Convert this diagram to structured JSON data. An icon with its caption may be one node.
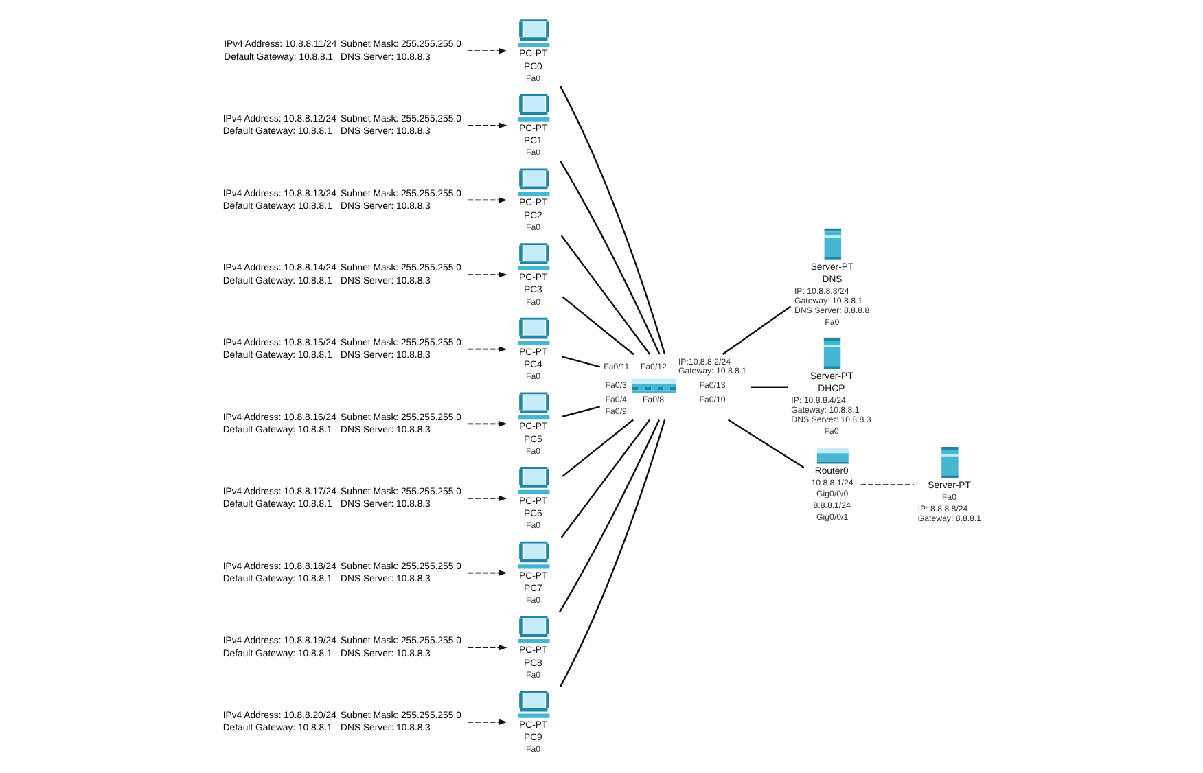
{
  "diagram": {
    "nodes": [
      {
        "text": [
          "IPv4 Address: 10.8.8.11/24",
          "Subnet Mask: 255.255.255.0",
          "Default Gateway: 10.8.8.1",
          "DNS Server: 10.8.8.3"
        ]
      },
      {
        "text": [
          "PC-PT",
          "PC0"
        ],
        "beside": [
          "Fa0"
        ]
      },
      {
        "text": [
          "IPv4 Address: 10.8.8.12/24",
          "Subnet Mask: 255.255.255.0",
          "Default Gateway: 10.8.8.1",
          "DNS Server: 10.8.8.3"
        ]
      },
      {
        "text": [
          "PC-PT",
          "PC1"
        ],
        "beside": [
          "Fa0"
        ]
      },
      {
        "text": [
          "IPv4 Address: 10.8.8.13/24",
          "Subnet Mask: 255.255.255.0",
          "Default Gateway: 10.8.8.1",
          "DNS Server: 10.8.8.3"
        ]
      },
      {
        "text": [
          "PC-PT",
          "PC2"
        ],
        "beside": [
          "Fa0"
        ]
      },
      {
        "text": [
          "IPv4 Address: 10.8.8.14/24",
          "Subnet Mask: 255.255.255.0",
          "Default Gateway: 10.8.8.1",
          "DNS Server: 10.8.8.3"
        ]
      },
      {
        "text": [
          "PC-PT",
          "PC3"
        ],
        "beside": [
          "Fa0"
        ]
      },
      {
        "text": [
          "IPv4 Address: 10.8.8.15/24",
          "Subnet Mask: 255.255.255.0",
          "Default Gateway: 10.8.8.1",
          "DNS Server: 10.8.8.3"
        ]
      },
      {
        "text": [
          "PC-PT",
          "PC4"
        ],
        "beside": [
          "Fa0"
        ]
      },
      {
        "text": [
          "IPv4 Address: 10.8.8.16/24",
          "Subnet Mask: 255.255.255.0",
          "Default Gateway: 10.8.8.1",
          "DNS Server: 10.8.8.3"
        ]
      },
      {
        "text": [
          "PC-PT",
          "PC5"
        ],
        "beside": [
          "Fa0"
        ]
      },
      {
        "text": [
          "IPv4 Address: 10.8.8.17/24",
          "Subnet Mask: 255.255.255.0",
          "Default Gateway: 10.8.8.1",
          "DNS Server: 10.8.8.3"
        ]
      },
      {
        "text": [
          "PC-PT",
          "PC6"
        ],
        "beside": [
          "Fa0"
        ]
      },
      {
        "text": [
          "IPv4 Address: 10.8.8.18/24",
          "Subnet Mask: 255.255.255.0",
          "Default Gateway: 10.8.8.1",
          "DNS Server: 10.8.8.3"
        ]
      },
      {
        "text": [
          "PC-PT",
          "PC7"
        ],
        "beside": [
          "Fa0"
        ]
      },
      {
        "text": [
          "IPv4 Address: 10.8.8.19/24",
          "Subnet Mask: 255.255.255.0",
          "Default Gateway: 10.8.8.1",
          "DNS Server: 10.8.8.3"
        ]
      },
      {
        "text": [
          "PC-PT",
          "PC8"
        ],
        "beside": [
          "Fa0"
        ]
      },
      {
        "text": [
          "IPv4 Address: 10.8.8.20/24",
          "Subnet Mask: 255.255.255.0",
          "Default Gateway: 10.8.8.1",
          "DNS Server: 10.8.8.3"
        ]
      },
      {
        "text": [
          "PC-PT",
          "PC9"
        ],
        "beside": [
          "Fa0"
        ]
      },
      {
        "text": [],
        "shape": "picture",
        "beside": [
          "Fa0/11",
          "Fa0/12",
          "IP:10.8.8.2/24 Gateway: 10.8.8.1",
          "Fa0/3",
          "Fa0/13",
          "Fa0/4",
          "Fa0/8",
          "Fa0/10",
          "Fa0/9"
        ]
      },
      {
        "text": [
          "Server-PT",
          "DNS"
        ],
        "beside": [
          "IP: 10.8.8.3/24 Gateway: 10.8.8.1 DNS Server: 8.8.8.8",
          "Fa0"
        ]
      },
      {
        "text": [
          "Server-PT",
          "DHCP"
        ],
        "beside": [
          "IP: 10.8.8.4/24 Gateway: 10.8.8.1 DNS Server: 10.8.8.3",
          "Fa0"
        ]
      },
      {
        "text": [
          "Router0"
        ],
        "beside": [
          "10.8.8.1/24",
          "Gig0/0/0",
          "8.8.8.1/24",
          "Gig0/0/1"
        ]
      },
      {
        "text": [
          "Server-PT"
        ],
        "beside": [
          "Fa0",
          "IP: 8.8.8.8/24 Gateway: 8.8.8.1"
        ]
      }
    ],
    "edges": [
      {
        "from": 0,
        "to": 1,
        "arrow": "to",
        "style": "dashed"
      },
      {
        "from": 2,
        "to": 3,
        "arrow": "to",
        "style": "dashed"
      },
      {
        "from": 4,
        "to": 5,
        "arrow": "to",
        "style": "dashed"
      },
      {
        "from": 6,
        "to": 7,
        "arrow": "to",
        "style": "dashed"
      },
      {
        "from": 8,
        "to": 9,
        "arrow": "to",
        "style": "dashed"
      },
      {
        "from": 10,
        "to": 11,
        "arrow": "to",
        "style": "dashed"
      },
      {
        "from": 12,
        "to": 13,
        "arrow": "to",
        "style": "dashed"
      },
      {
        "from": 14,
        "to": 15,
        "arrow": "to",
        "style": "dashed"
      },
      {
        "from": 16,
        "to": 17,
        "arrow": "to",
        "style": "dashed"
      },
      {
        "from": 18,
        "to": 19,
        "arrow": "to",
        "style": "dashed"
      },
      {
        "from": 1,
        "to": 20,
        "arrow": "none"
      },
      {
        "from": 3,
        "to": 20,
        "arrow": "none"
      },
      {
        "from": 5,
        "to": 20,
        "arrow": "none"
      },
      {
        "from": 7,
        "to": 20,
        "arrow": "none"
      },
      {
        "from": 9,
        "to": 20,
        "arrow": "none"
      },
      {
        "from": 11,
        "to": 20,
        "arrow": "none"
      },
      {
        "from": 13,
        "to": 20,
        "arrow": "none"
      },
      {
        "from": 15,
        "to": 20,
        "arrow": "none"
      },
      {
        "from": 17,
        "to": 20,
        "arrow": "none"
      },
      {
        "from": 19,
        "to": 20,
        "arrow": "none"
      },
      {
        "from": 20,
        "to": 21,
        "arrow": "none"
      },
      {
        "from": 20,
        "to": 22,
        "arrow": "none"
      },
      {
        "from": 20,
        "to": 23,
        "arrow": "none"
      },
      {
        "from": 23,
        "to": 24,
        "arrow": "none",
        "style": "dashed"
      }
    ]
  }
}
